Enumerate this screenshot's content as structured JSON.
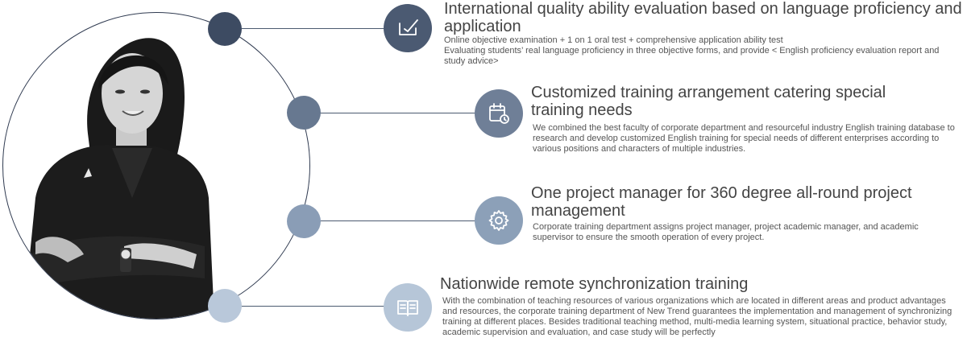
{
  "items": [
    {
      "icon": "pen-check-icon",
      "title": "International quality ability evaluation based on language proficiency and application",
      "desc": "Online objective examination + 1 on 1 oral test + comprehensive application ability test\nEvaluating students’ real language proficiency in three objective forms, and provide < English proficiency evaluation report and study advice>"
    },
    {
      "icon": "calendar-clock-icon",
      "title": "Customized training arrangement catering special training needs",
      "desc": "We combined the best faculty of corporate department and resourceful industry English training database to research and develop customized English training for special needs of different enterprises according to various positions and characters of multiple industries."
    },
    {
      "icon": "gear-icon",
      "title": "One project manager for 360 degree all-round project management",
      "desc": "Corporate training department assigns project manager, project academic manager, and academic supervisor to ensure the smooth operation of every project."
    },
    {
      "icon": "book-icon",
      "title": "Nationwide remote synchronization training",
      "desc": "With the combination of teaching resources of various organizations which are located in different areas and product advantages and resources, the corporate training department of New Trend guarantees the implementation and management of synchronizing training at different places. Besides traditional teaching method, multi-media learning system, situational practice, behavior study, academic supervision and evaluation, and case study will be perfectly"
    }
  ],
  "colors": {
    "dot1": "#3d4b62",
    "dot2": "#677890",
    "dot3": "#8a9db6",
    "dot4": "#b9c8da",
    "icon1": "#4b5a72",
    "icon2": "#6f7f97",
    "icon3": "#8ca0b8",
    "icon4": "#b6c6d8"
  }
}
